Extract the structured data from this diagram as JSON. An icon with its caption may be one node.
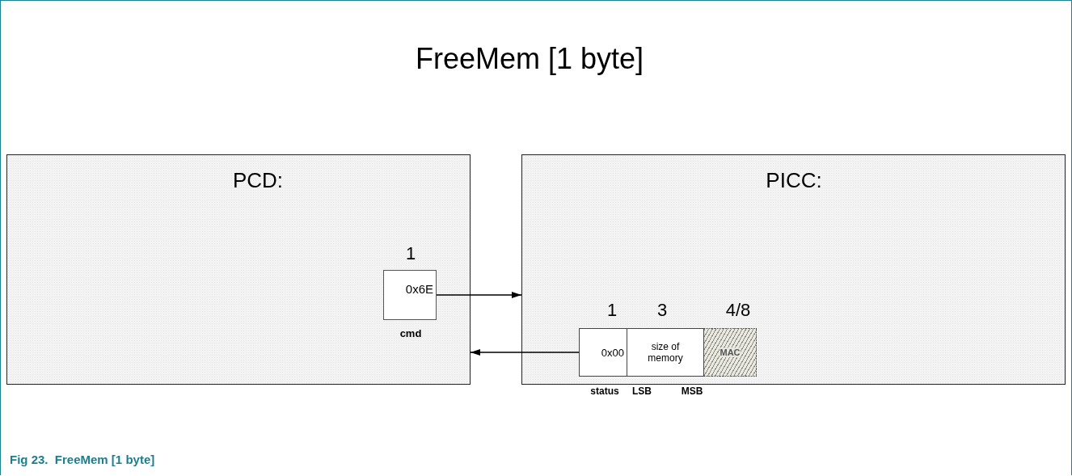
{
  "diagram": {
    "title": "FreeMem [1 byte]",
    "caption": "Fig 23.  FreeMem [1 byte]",
    "nodes": [
      {
        "text": [
          "PCD:"
        ]
      },
      {
        "text": [
          "0x6E"
        ],
        "in": 0,
        "beside": [
          "1",
          "cmd"
        ]
      },
      {
        "text": [
          "PICC:"
        ]
      },
      {
        "text": [
          "0x00"
        ],
        "in": 2,
        "beside": [
          "1",
          "status"
        ]
      },
      {
        "text": [
          "size of memory"
        ],
        "in": 2,
        "beside": [
          "3",
          "LSB",
          "MSB"
        ]
      },
      {
        "text": [
          "MAC"
        ],
        "in": 2,
        "beside": [
          "4/8"
        ]
      }
    ],
    "edges": [
      {
        "from": 1,
        "to": 2,
        "arrow": "to"
      },
      {
        "from": 3,
        "to": 0,
        "arrow": "to"
      }
    ]
  }
}
